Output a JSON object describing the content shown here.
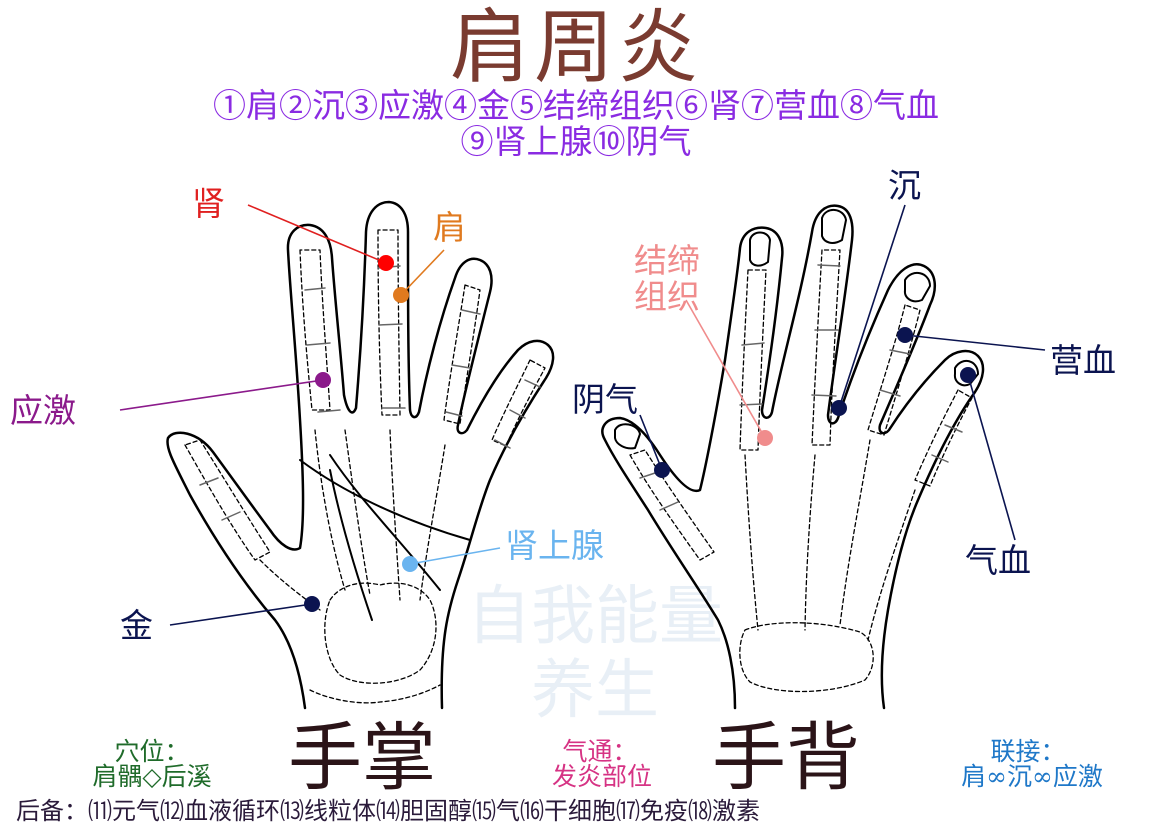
{
  "title": "肩周炎",
  "legend": {
    "line1": "①肩②沉③应激④金⑤结缔组织⑥肾⑦营血⑧气血",
    "line2": "⑨肾上腺⑩阴气"
  },
  "colors": {
    "title": "#7a3b30",
    "legend": "#8a2be2",
    "shen_point": "#ff0000",
    "jian_point": "#e07a1f",
    "yingji_point": "#8b1a8b",
    "jin_point": "#0b1450",
    "shenshangxian_point": "#6ab4ef",
    "jiedizuzhi_point": "#f08c8c",
    "dark_point": "#0b1450"
  },
  "palm": {
    "label": "手掌",
    "points": {
      "shen": "肾",
      "jian": "肩",
      "yingji": "应激",
      "shenshangxian": "肾上腺",
      "jin": "金"
    }
  },
  "back": {
    "label": "手背",
    "points": {
      "jiedizuzhi_line1": "结缔",
      "jiedizuzhi_line2": "组织",
      "chen": "沉",
      "yinqi": "阴气",
      "yingxue": "营血",
      "qixue": "气血"
    }
  },
  "watermark": {
    "line1": "自我能量",
    "line2": "养生"
  },
  "footer": {
    "acupoints_title": "穴位：",
    "acupoints_text": "肩髃◇后溪",
    "qitong_title": "气通：",
    "qitong_text": "发炎部位",
    "link_title": "联接：",
    "link_text": "肩∞沉∞应激",
    "backup": "后备：⑾元气⑿血液循环⒀线粒体⒁胆固醇⒂气⒃干细胞⒄免疫⒅激素"
  }
}
